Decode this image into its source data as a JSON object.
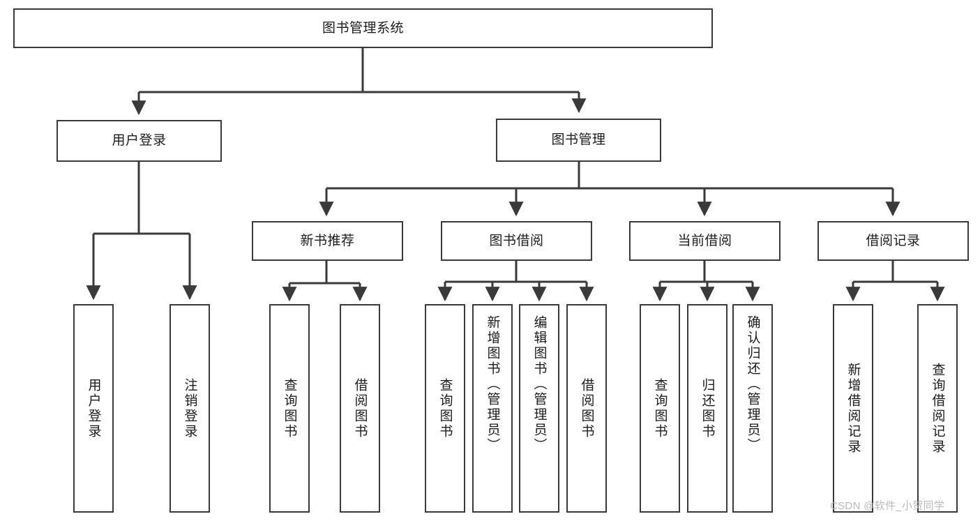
{
  "diagram": {
    "type": "tree-hierarchy",
    "title": "图书管理系统",
    "watermark": "CSDN @软件_小贺同学",
    "colors": {
      "box_border": "#3a3a3a",
      "box_fill": "#ffffff",
      "connector": "#3a3a3a",
      "text": "#1c1c1c",
      "watermark": "#b9b9b9",
      "background": "#ffffff"
    },
    "nodes": {
      "root": {
        "label": "图书管理系统"
      },
      "level2": [
        {
          "label": "用户登录"
        },
        {
          "label": "图书管理"
        }
      ],
      "level3": [
        {
          "label": "新书推荐"
        },
        {
          "label": "图书借阅"
        },
        {
          "label": "当前借阅"
        },
        {
          "label": "借阅记录"
        }
      ],
      "leaves": {
        "user_login": [
          {
            "label": "用户登录"
          },
          {
            "label": "注销登录"
          }
        ],
        "new_book": [
          {
            "label": "查询图书"
          },
          {
            "label": "借阅图书"
          }
        ],
        "book_borrow": [
          {
            "label": "查询图书"
          },
          {
            "label": "新增图书（管理员）"
          },
          {
            "label": "编辑图书（管理员）"
          },
          {
            "label": "借阅图书"
          }
        ],
        "current_borrow": [
          {
            "label": "查询图书"
          },
          {
            "label": "归还图书"
          },
          {
            "label": "确认归还（管理员）"
          }
        ],
        "borrow_record": [
          {
            "label": "新增借阅记录"
          },
          {
            "label": "查询借阅记录"
          }
        ]
      }
    }
  }
}
